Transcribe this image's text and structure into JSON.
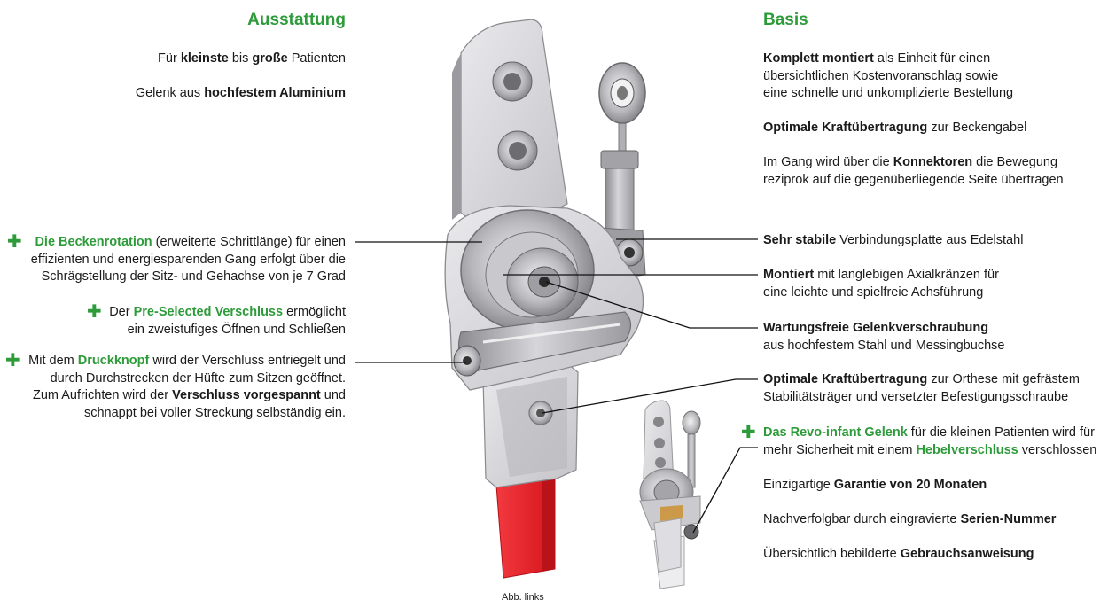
{
  "left": {
    "heading": "Ausstattung",
    "item1": {
      "t1": "Für ",
      "b1": "kleinste",
      "t2": " bis ",
      "b2": "große",
      "t3": " Patienten"
    },
    "item2": {
      "t1": "Gelenk aus ",
      "b1": "hochfestem Aluminium"
    },
    "item3": {
      "g1": "Die  Beckenrotation",
      "line1_rest": " (erweiterte Schrittlänge) für einen",
      "line2": "effizienten und energiesparenden Gang erfolgt über die",
      "line3": "Schrägstellung der Sitz- und Gehachse von je 7 Grad"
    },
    "item4": {
      "t1": "Der ",
      "g1": "Pre-Selected Verschluss",
      "t2": " ermöglicht",
      "line2": "ein zweistufiges Öffnen und Schließen"
    },
    "item5": {
      "t1": "Mit dem ",
      "g1": "Druckknopf",
      "t2": " wird der Verschluss entriegelt und",
      "line2": "durch Durchstrecken der Hüfte zum Sitzen geöffnet.",
      "line3_t1": "Zum Aufrichten wird der ",
      "line3_b1": "Verschluss vorgespannt",
      "line3_t2": " und",
      "line4": "schnappt bei voller Streckung selbständig ein."
    }
  },
  "right": {
    "heading": "Basis",
    "item1": {
      "b1": "Komplett montiert",
      "t1": " als Einheit für einen",
      "line2": "übersichtlichen Kostenvoranschlag sowie",
      "line3": "eine schnelle und unkomplizierte Bestellung"
    },
    "item2": {
      "b1": "Optimale Kraftübertragung",
      "t1": " zur Beckengabel"
    },
    "item3": {
      "t1": "Im Gang wird über die ",
      "b1": "Konnektoren",
      "t2": " die Bewegung",
      "line2": "reziprok auf die gegenüberliegende Seite übertragen"
    },
    "item4": {
      "b1": "Sehr stabile",
      "t1": " Verbindungsplatte aus Edelstahl"
    },
    "item5": {
      "b1": "Montiert",
      "t1": " mit langlebigen Axialkränzen für",
      "line2": "eine leichte und spielfreie Achsführung"
    },
    "item6": {
      "b1": "Wartungsfreie Gelenkverschraubung",
      "line2": "aus hochfestem Stahl und Messingbuchse"
    },
    "item7": {
      "b1": "Optimale Kraftübertragung",
      "t1": " zur Orthese mit gefrästem",
      "line2": "Stabilitätsträger und versetzter Befestigungsschraube"
    },
    "item8": {
      "g1": "Das Revo-infant Gelenk",
      "t1": " für die kleinen Patienten wird für",
      "line2_t1": "mehr Sicherheit mit einem ",
      "line2_g1": "Hebelverschluss",
      "line2_t2": " verschlossen"
    },
    "item9": {
      "t1": "Einzigartige ",
      "b1": "Garantie von 20 Monaten"
    },
    "item10": {
      "t1": "Nachverfolgbar durch eingravierte ",
      "b1": "Serien-Nummer"
    },
    "item11": {
      "t1": "Übersichtlich bebilderte ",
      "b1": "Gebrauchsanweisung"
    }
  },
  "plus_symbol": "✚",
  "caption": "Abb. links",
  "colors": {
    "accent": "#2e9b3a",
    "red_part": "#e8202a",
    "metal": "#a9a9ad"
  }
}
